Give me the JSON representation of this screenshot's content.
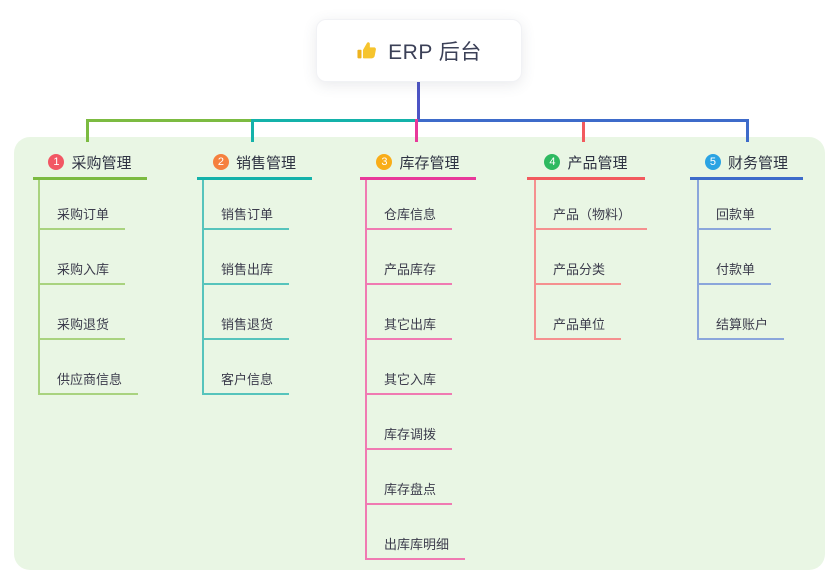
{
  "root": {
    "title": "ERP 后台",
    "icon": "thumbs-up-icon"
  },
  "colors": {
    "root_line": "#4d54c5",
    "panel_bg": "#e9f6e4",
    "card_bg": "#ffffff",
    "header_text": "#2e3242",
    "item_text": "#3c3c4c",
    "thumb_gold": "#f6c42d"
  },
  "branches": [
    {
      "number": "1",
      "label": "采购管理",
      "badge_color": "#f25764",
      "line_color": "#7cbb41",
      "item_line_color": "#a9d37f",
      "items": [
        "采购订单",
        "采购入库",
        "采购退货",
        "供应商信息"
      ]
    },
    {
      "number": "2",
      "label": "销售管理",
      "badge_color": "#f5803e",
      "line_color": "#14b2aa",
      "item_line_color": "#56c4bc",
      "items": [
        "销售订单",
        "销售出库",
        "销售退货",
        "客户信息"
      ]
    },
    {
      "number": "3",
      "label": "库存管理",
      "badge_color": "#f9ad18",
      "line_color": "#e8399a",
      "item_line_color": "#f07ab2",
      "items": [
        "仓库信息",
        "产品库存",
        "其它出库",
        "其它入库",
        "库存调拨",
        "库存盘点",
        "出库库明细"
      ]
    },
    {
      "number": "4",
      "label": "产品管理",
      "badge_color": "#2eb960",
      "line_color": "#f25a5e",
      "item_line_color": "#f5908f",
      "items": [
        "产品（物料）",
        "产品分类",
        "产品单位"
      ]
    },
    {
      "number": "5",
      "label": "财务管理",
      "badge_color": "#2aa3e3",
      "line_color": "#3e6bca",
      "item_line_color": "#8ba6db",
      "items": [
        "回款单",
        "付款单",
        "结算账户"
      ]
    }
  ]
}
